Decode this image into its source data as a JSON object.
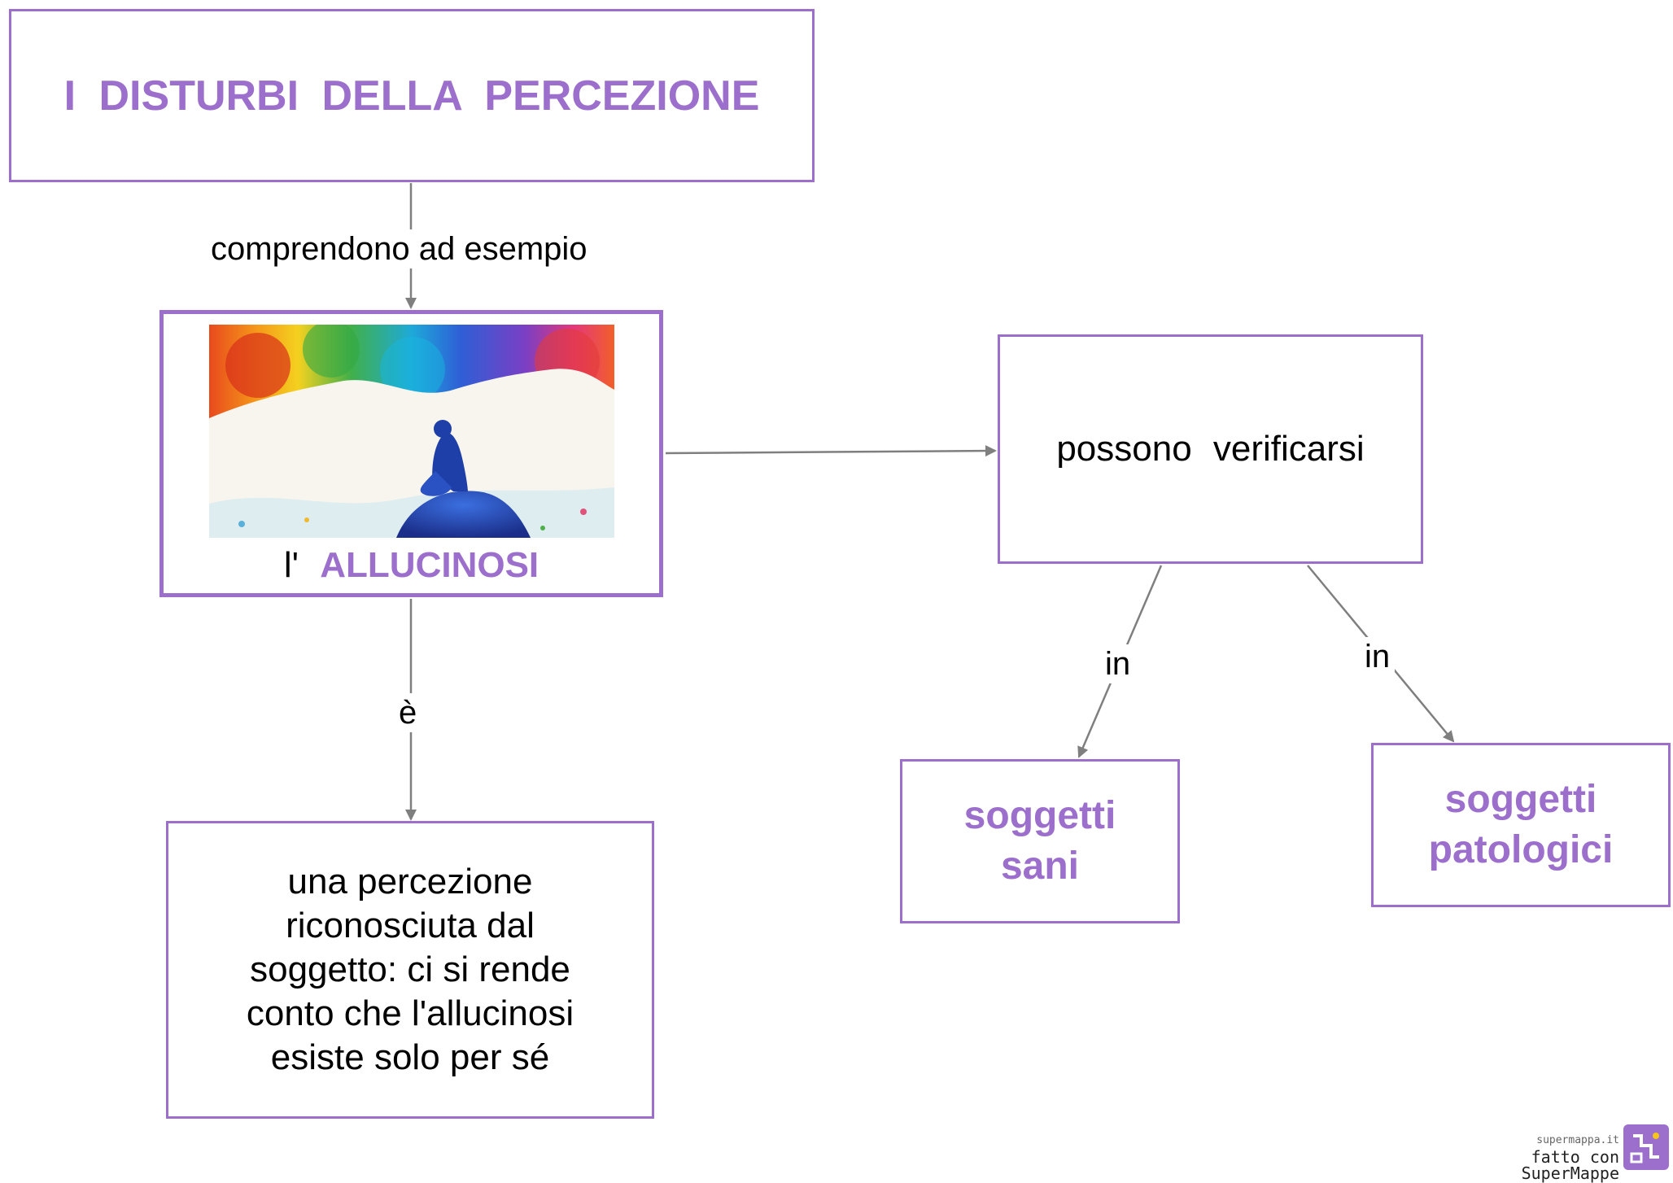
{
  "title": "I DISTURBI DELLA PERCEZIONE",
  "edges": {
    "comprendono": "comprendono ad esempio",
    "e": "è",
    "in_sani": "in",
    "in_patologici": "in"
  },
  "nodes": {
    "allucinosi_prefix": "l'",
    "allucinosi": "ALLUCINOSI",
    "verificarsi": "possono verificarsi",
    "definizione": "una percezione riconosciuta dal soggetto: ci si rende conto che l'allucinosi esiste solo per sé",
    "sani": "soggetti sani",
    "patologici": "soggetti patologici"
  },
  "footer": {
    "site": "supermappa.it",
    "made_with": "fatto con SuperMappe"
  },
  "colors": {
    "accent": "#9b6fcb",
    "edge": "#7f7f7f"
  }
}
